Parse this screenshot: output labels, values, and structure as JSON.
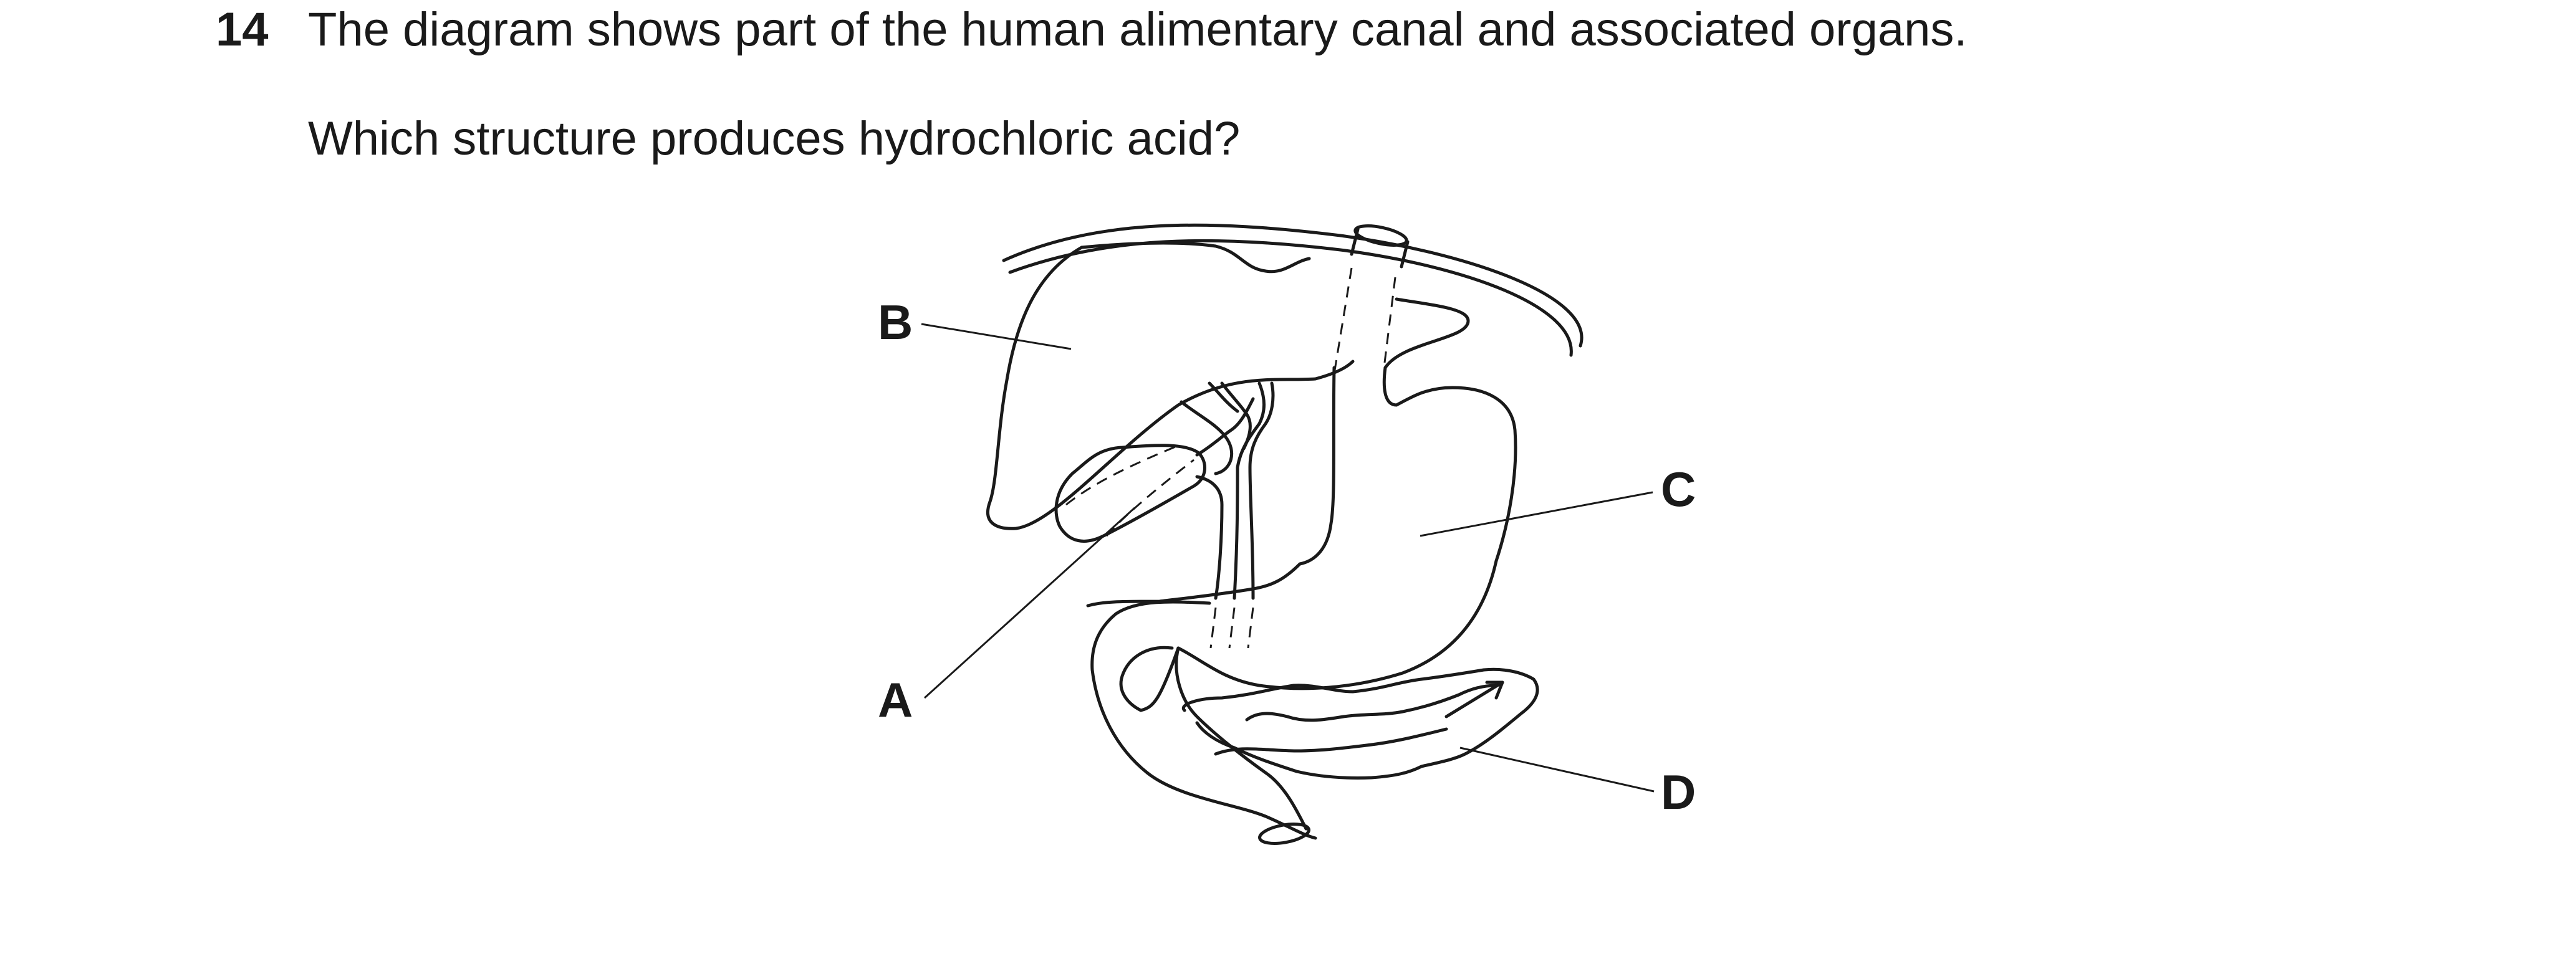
{
  "question": {
    "number": "14",
    "stem": "The diagram shows part of the human alimentary canal and associated organs.",
    "prompt": "Which structure produces hydrochloric acid?"
  },
  "diagram": {
    "labels": {
      "a": "A",
      "b": "B",
      "c": "C",
      "d": "D"
    }
  }
}
